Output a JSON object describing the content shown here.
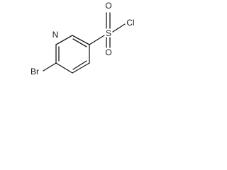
{
  "molecule": {
    "atoms": {
      "nitrogen": "N",
      "bromine": "Br",
      "sulfur": "S",
      "chlorine": "Cl",
      "oxygen_top": "O",
      "oxygen_bottom": "O"
    }
  }
}
